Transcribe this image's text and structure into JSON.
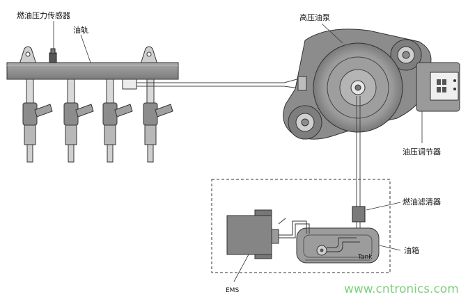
{
  "labels": {
    "pressure_sensor": "燃油压力传感器",
    "fuel_rail": "油轨",
    "high_pressure_pump": "高压油泵",
    "pressure_regulator": "油压调节器",
    "fuel_filter": "燃油滤清器",
    "fuel_tank": "油箱",
    "tank": "Tank",
    "ems": "EMS"
  },
  "watermark": "www.cntronics.com",
  "colors": {
    "component_fill": "#8c8c8c",
    "component_dark": "#5a5a5a",
    "outline": "#222222",
    "watermark": "#7ed07e"
  },
  "icons": {
    "injector": "fuel-injector-icon",
    "mount": "mounting-bracket-icon"
  }
}
